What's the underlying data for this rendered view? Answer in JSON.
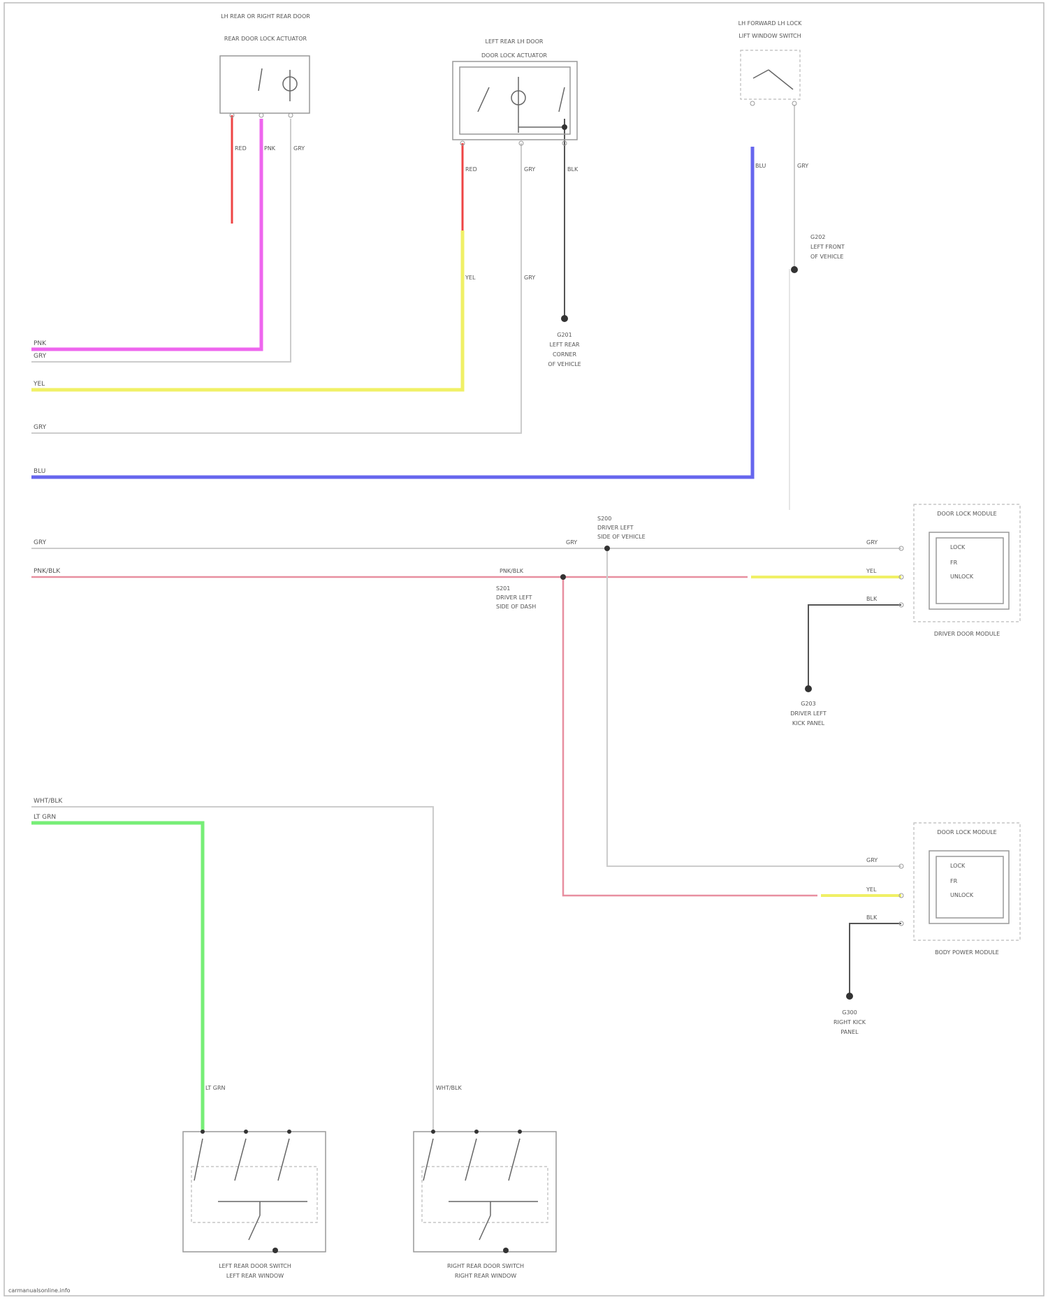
{
  "colors": {
    "pink": "#ee66ee",
    "red": "#ee4444",
    "yellow": "#f0f066",
    "blue": "#6666ee",
    "green": "#77ee77",
    "grey": "#cccccc",
    "pinkish": "#e88fa0",
    "black": "#555555"
  },
  "components": {
    "rr_lock_actuator": {
      "title": "LH REAR OR RIGHT REAR DOOR",
      "subtitle": "REAR DOOR LOCK ACTUATOR"
    },
    "lr_lock_actuator": {
      "title": "LEFT REAR LH DOOR",
      "subtitle": "DOOR LOCK ACTUATOR"
    },
    "liftgate_switch": {
      "title": "LH FORWARD LH LOCK",
      "subtitle": "LIFT WINDOW SWITCH"
    },
    "door_lock_module_front": {
      "title": "DOOR LOCK MODULE",
      "lines": [
        "LOCK",
        "FR",
        "UNLOCK"
      ],
      "caption": "DRIVER DOOR MODULE"
    },
    "door_lock_module_rear": {
      "title": "DOOR LOCK MODULE",
      "lines": [
        "LOCK",
        "FR",
        "UNLOCK"
      ],
      "caption": "BODY POWER MODULE"
    },
    "left_rear_window_switch": {
      "caption_1": "LEFT REAR DOOR SWITCH",
      "caption_2": "LEFT REAR WINDOW"
    },
    "right_rear_window_switch": {
      "caption_1": "RIGHT REAR DOOR SWITCH",
      "caption_2": "RIGHT REAR WINDOW"
    }
  },
  "grounds": {
    "g1": {
      "code": "G201",
      "line_1": "LEFT REAR",
      "line_2": "CORNER",
      "line_3": "OF VEHICLE"
    },
    "g2": {
      "code": "G202",
      "line_1": "LEFT FRONT",
      "line_2": "OF VEHICLE"
    },
    "g3": {
      "code": "G203",
      "line_1": "DRIVER LEFT",
      "line_2": "KICK PANEL"
    },
    "g4": {
      "code": "G300",
      "line_1": "RIGHT KICK",
      "line_2": "PANEL"
    }
  },
  "splices": {
    "s1": {
      "code": "S200",
      "line_1": "DRIVER LEFT",
      "line_2": "SIDE OF VEHICLE"
    },
    "s2": {
      "code": "S201",
      "line_1": "DRIVER LEFT",
      "line_2": "SIDE OF DASH"
    }
  },
  "left_wires": [
    {
      "label": "PNK"
    },
    {
      "label": "GRY"
    },
    {
      "label": "YEL"
    },
    {
      "label": "GRY"
    },
    {
      "label": "BLU"
    },
    {
      "label": "GRY"
    },
    {
      "label": "PNK/BLK"
    },
    {
      "label": "WHT/BLK"
    },
    {
      "label": "LT GRN"
    }
  ],
  "wire_labels": {
    "red_a": "RED",
    "pink_a": "PNK",
    "grey_a": "GRY",
    "red_b": "RED",
    "grey_b": "GRY",
    "black_b": "BLK",
    "blue_c": "BLU",
    "grey_c": "GRY",
    "yel_b": "YEL",
    "grey_b2": "GRY",
    "grey_row": "GRY",
    "pnkblk_row": "PNK/BLK",
    "grey_fr": "GRY",
    "yel_fr": "YEL",
    "blk_fr": "BLK",
    "grey_rr": "GRY",
    "yel_rr": "YEL",
    "blk_rr": "BLK",
    "green_v": "LT GRN",
    "white_v": "WHT/BLK"
  },
  "footer": "carmanualsonline.info"
}
